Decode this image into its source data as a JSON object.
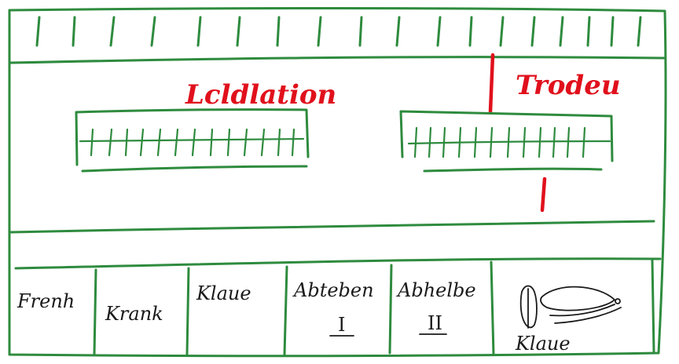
{
  "labels": {
    "left_station": "Lcldlation",
    "right_station": "Trodeu"
  },
  "cells": [
    {
      "line1": "Frenh",
      "line2": ""
    },
    {
      "line1": "Krank",
      "line2": ""
    },
    {
      "line1": "Klaue",
      "line2": ""
    },
    {
      "line1": "Abteben",
      "line2": "I"
    },
    {
      "line1": "Abhelbe",
      "line2": "II"
    },
    {
      "line1": "Klaue",
      "line2": ""
    }
  ],
  "colors": {
    "frame": "#2e8b3e",
    "highlight": "#e0101c",
    "ink": "#1a1a1a"
  },
  "icons": {
    "cell_6": "hoof-icon"
  }
}
